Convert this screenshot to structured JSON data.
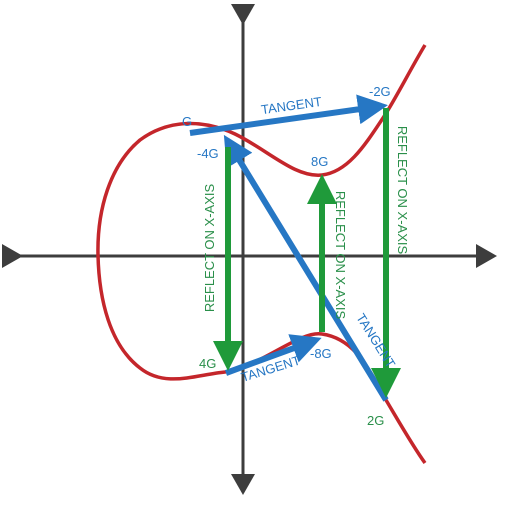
{
  "points": {
    "g": "G",
    "neg_2g": "-2G",
    "neg_4g": "-4G",
    "p8g": "8G",
    "p4g": "4G",
    "neg_8g": "-8G",
    "p2g": "2G"
  },
  "operations": {
    "tangent_top": "TANGENT",
    "tangent_bottom": "TANGENT",
    "tangent_diagonal": "TANGENT",
    "reflect_right": "REFLECT ON X-AXIS",
    "reflect_middle": "REFLECT ON X-AXIS",
    "reflect_left": "REFLECT ON X-AXIS"
  },
  "colors": {
    "curve": "#c4262b",
    "axes": "#3d3d3d",
    "tangent_arrows": "#2677c4",
    "reflect_arrows": "#1f9a3a",
    "point_labels": "#2677c4",
    "reflect_labels": "#2a8f4a"
  }
}
